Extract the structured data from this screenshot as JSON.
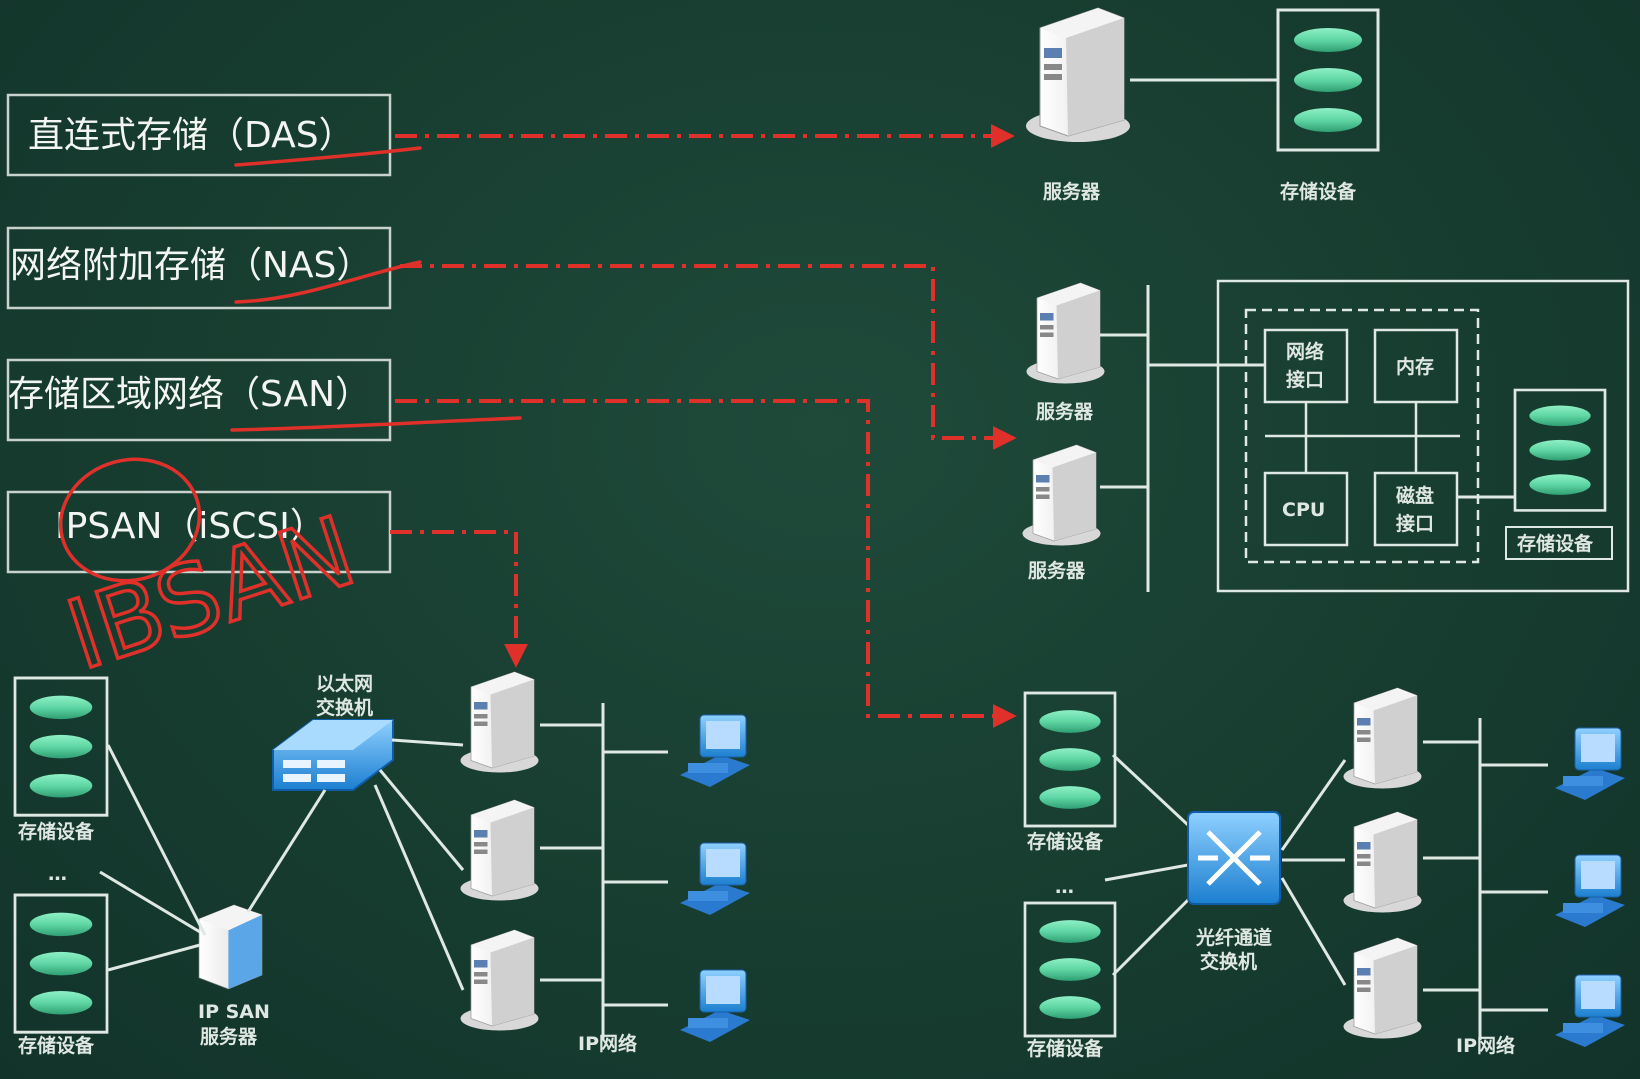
{
  "storage_types": [
    {
      "label": "直连式存储（DAS）"
    },
    {
      "label": "网络附加存储（NAS）"
    },
    {
      "label": "存储区域网络（SAN）"
    },
    {
      "label": "IPSAN（iSCSI）"
    }
  ],
  "das": {
    "server_label": "服务器",
    "storage_label": "存储设备"
  },
  "nas": {
    "server1_label": "服务器",
    "server2_label": "服务器",
    "net_interface": [
      "网络",
      "接口"
    ],
    "memory": "内存",
    "cpu": "CPU",
    "disk_interface": [
      "磁盘",
      "接口"
    ],
    "storage_label": "存储设备"
  },
  "ipsan": {
    "switch_label": [
      "以太网",
      "交换机"
    ],
    "server_label": [
      "IP SAN",
      "服务器"
    ],
    "storage1_label": "存储设备",
    "storage2_label": "存储设备",
    "ellipsis": "…",
    "network_label": "IP网络"
  },
  "san": {
    "switch_label": [
      "光纤通道",
      "交换机"
    ],
    "storage1_label": "存储设备",
    "storage2_label": "存储设备",
    "ellipsis": "…",
    "network_label": "IP网络"
  },
  "annotation": {
    "handwriting": "IBSAN"
  },
  "colors": {
    "background": "#173d30",
    "arrow": "#e0302a",
    "line": "#dfe8e3",
    "disk": "#5fd6a4"
  }
}
